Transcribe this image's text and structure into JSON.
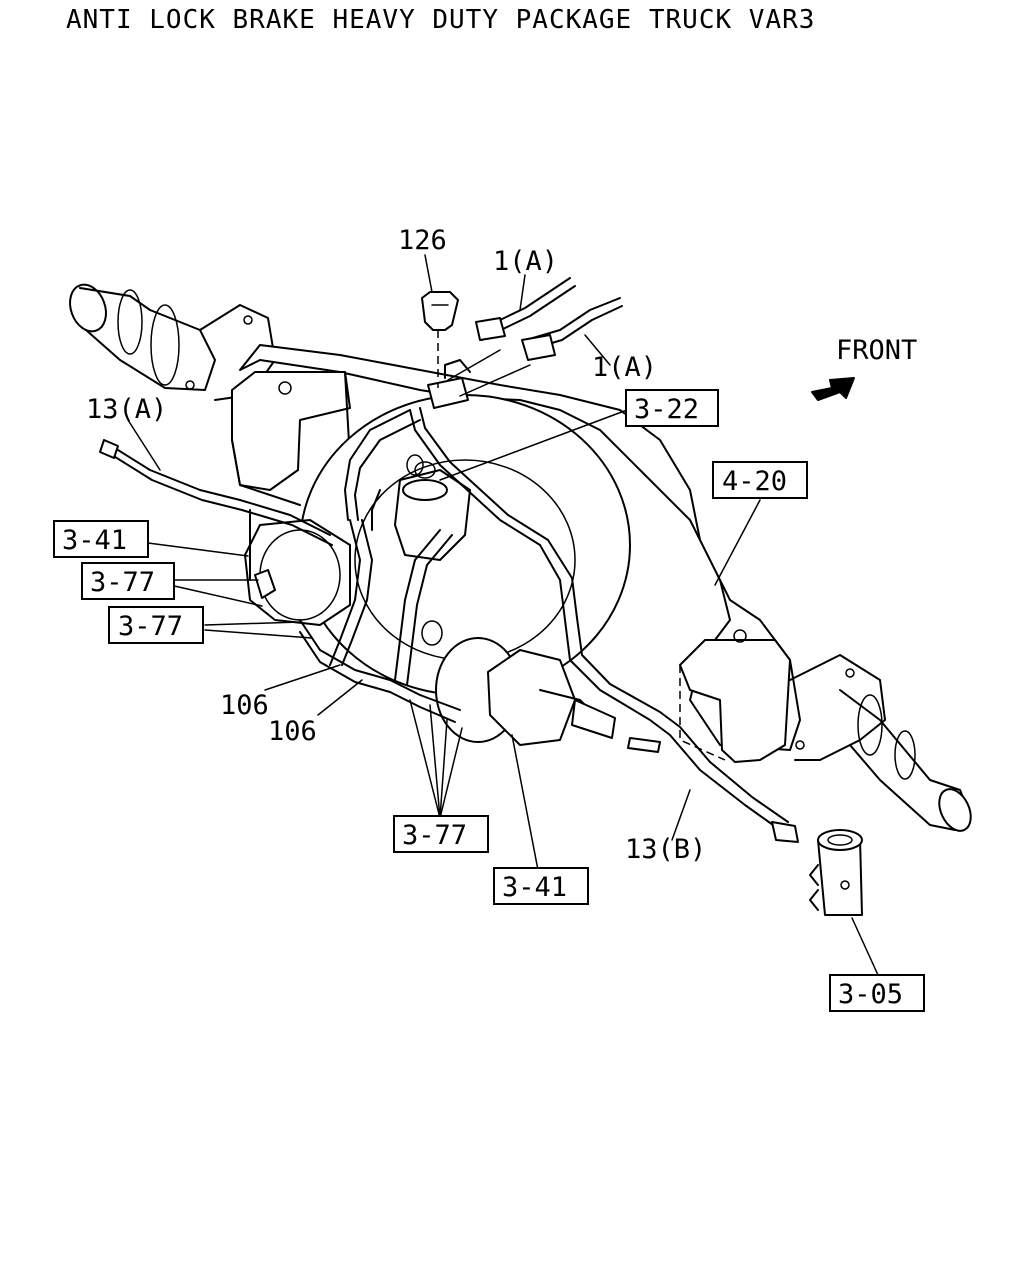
{
  "title": "ANTI LOCK BRAKE HEAVY DUTY PACKAGE TRUCK VAR3",
  "direction_label": "FRONT",
  "callouts": {
    "p126": "126",
    "p1a_top": "1(A)",
    "p1a_right": "1(A)",
    "p13a": "13(A)",
    "p13b": "13(B)",
    "p106_a": "106",
    "p106_b": "106"
  },
  "boxed_refs": {
    "r322": "3-22",
    "r420": "4-20",
    "r341_left": "3-41",
    "r377_a": "3-77",
    "r377_b": "3-77",
    "r377_bottom": "3-77",
    "r341_bottom": "3-41",
    "r305": "3-05"
  }
}
